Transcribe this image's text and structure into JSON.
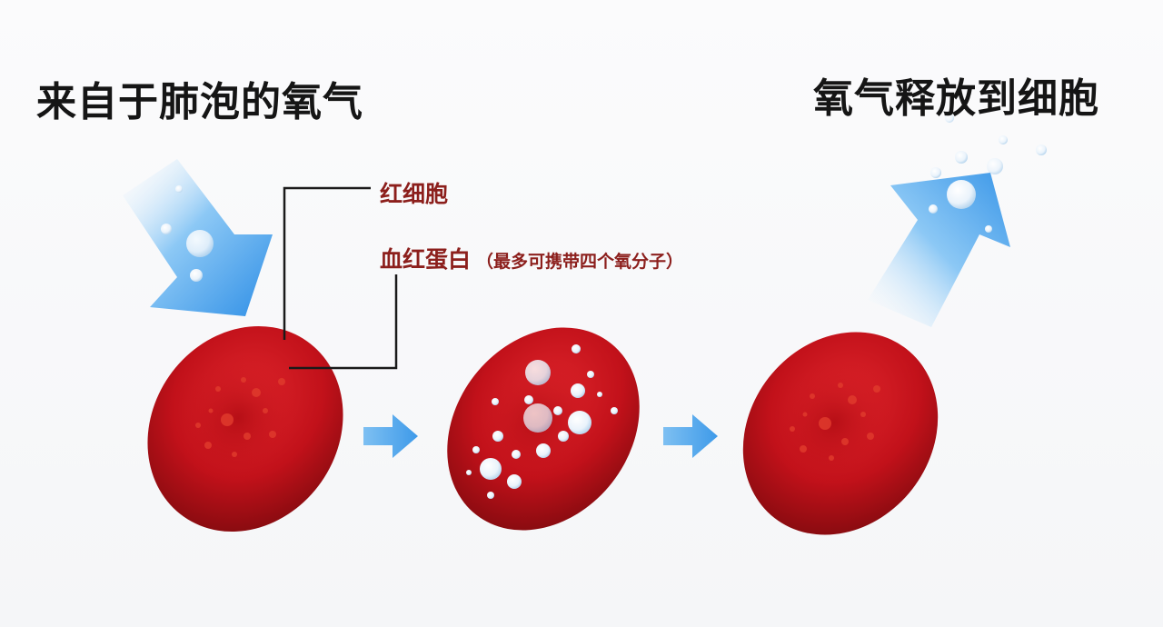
{
  "titles": {
    "left": "来自于肺泡的氧气",
    "right": "氧气释放到细胞"
  },
  "labels": {
    "red_blood_cell": "红细胞",
    "hemoglobin": "血红蛋白",
    "hemoglobin_note": "（最多可携带四个氧分子）"
  },
  "colors": {
    "cell_red": "#c2111a",
    "cell_dark": "#7e0a0e",
    "arrow_blue": "#4aa3ee",
    "label_red": "#8c1f1c",
    "leader_line": "#1a1a1a"
  },
  "icons": [
    "oxygen-inflow-arrow",
    "process-arrow",
    "oxygen-outflow-arrow",
    "oxygen-bubble"
  ]
}
